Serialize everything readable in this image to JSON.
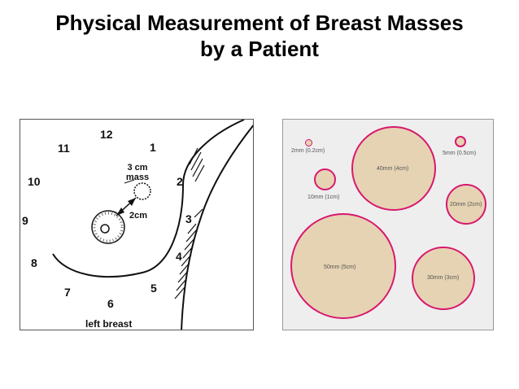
{
  "title": {
    "line1": "Physical Measurement of Breast Masses",
    "line2": "by a Patient"
  },
  "left_diagram": {
    "clock_positions": [
      "12",
      "1",
      "2",
      "3",
      "4",
      "5",
      "6",
      "7",
      "8",
      "9",
      "10",
      "11"
    ],
    "mass_label_line1": "3 cm",
    "mass_label_line2": "mass",
    "distance_label": "2cm",
    "caption": "left breast"
  },
  "right_diagram": {
    "sizes": [
      {
        "label": "2mm (0.2cm)"
      },
      {
        "label": "40mm (4cm)"
      },
      {
        "label": "5mm (0.5cm)"
      },
      {
        "label": "10mm (1cm)"
      },
      {
        "label": "20mm (2cm)"
      },
      {
        "label": "50mm (5cm)"
      },
      {
        "label": "30mm (3cm)"
      }
    ]
  },
  "colors": {
    "circle_fill": "#e6d3b3",
    "circle_border": "#d8186e",
    "panel_background": "#eeeeee"
  }
}
